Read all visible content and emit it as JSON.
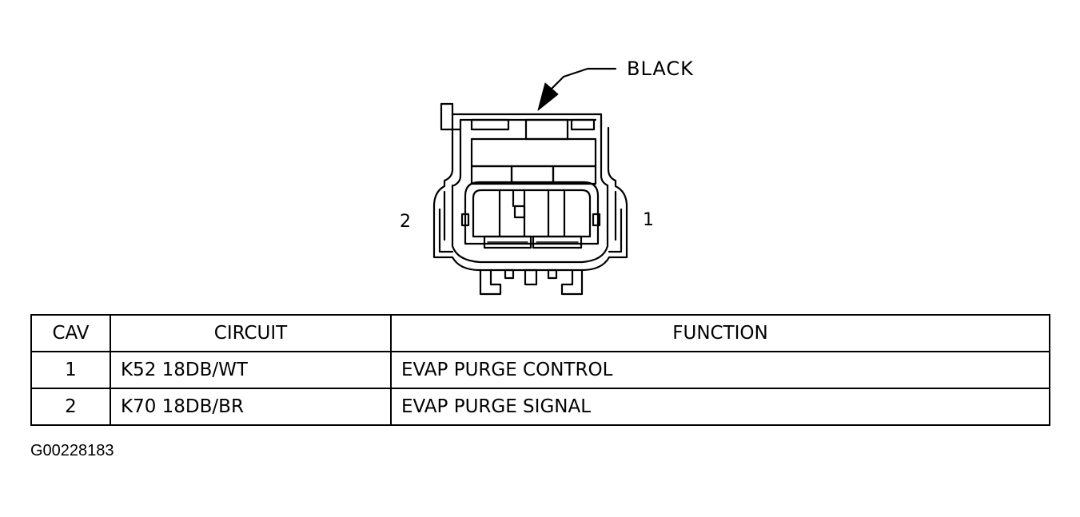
{
  "connector": {
    "color_label": "BLACK",
    "pin_left_label": "2",
    "pin_right_label": "1"
  },
  "table": {
    "headers": [
      "CAV",
      "CIRCUIT",
      "FUNCTION"
    ],
    "rows": [
      {
        "cav": "1",
        "circuit": "K52 18DB/WT",
        "function": "EVAP PURGE CONTROL"
      },
      {
        "cav": "2",
        "circuit": "K70 18DB/BR",
        "function": "EVAP PURGE SIGNAL"
      }
    ]
  },
  "figure_id": "G00228183"
}
